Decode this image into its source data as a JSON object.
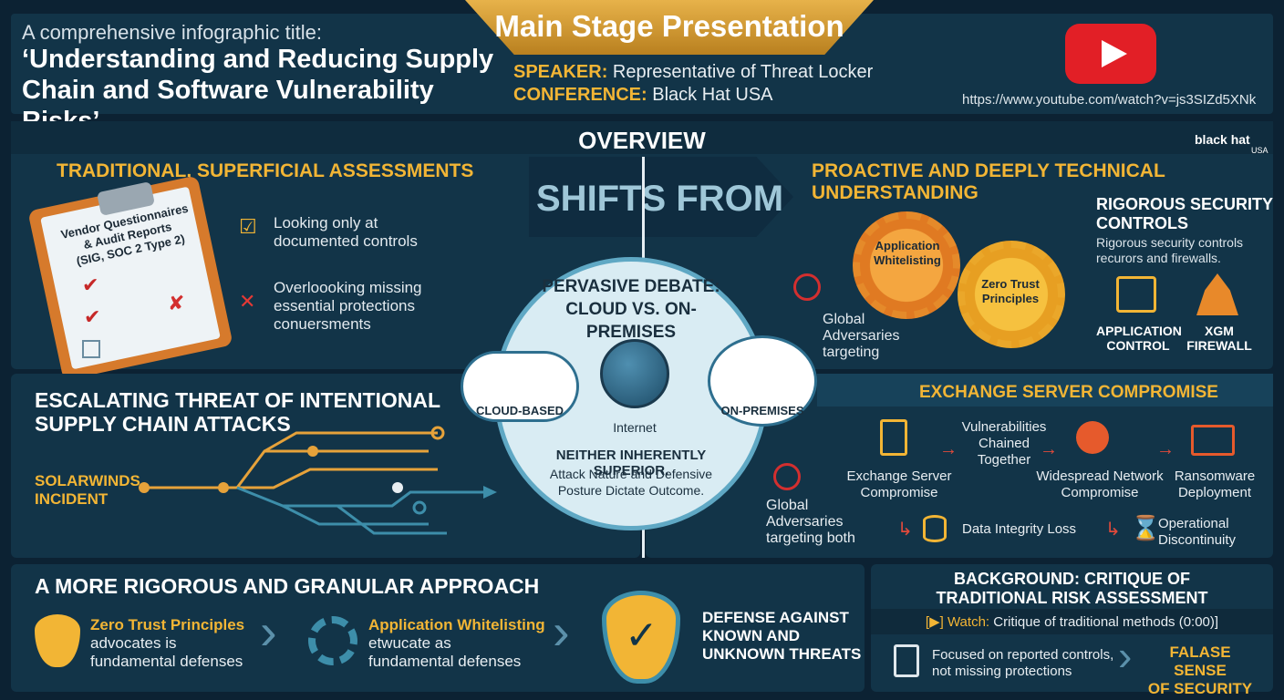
{
  "header": {
    "tab_title": "Main Stage Presentation",
    "subtitle": "A comprehensive infographic title:",
    "title_line1": "‘Understanding and Reducing Supply",
    "title_line2": "Chain and Software Vulnerability Risks’",
    "speaker_label": "SPEAKER:",
    "speaker_value": "Representative of Threat Locker",
    "conference_label": "CONFERENCE:",
    "conference_value": "Black Hat USA",
    "url": "https://www.youtube.com/watch?v=js3SIZd5XNk"
  },
  "overview": {
    "title": "OVERVIEW",
    "logo_text": "black hat",
    "logo_sub": "USA",
    "shifts": "SHIFTS FROM",
    "left": {
      "heading": "TRADITIONAL, SUPERFICIAL ASSESSMENTS",
      "clipboard_line1": "Vendor Questionnaires",
      "clipboard_line2": "& Audit Reports",
      "clipboard_line3": "(SIG, SOC 2 Type 2)",
      "item1_line1": "Looking only at",
      "item1_line2": "documented controls",
      "item2_line1": "Overloooking missing",
      "item2_line2": "essential protections",
      "item2_line3": "conuersments"
    },
    "right": {
      "heading": "PROACTIVE AND DEEPLY TECHNICAL UNDERSTANDING",
      "gear1_line1": "Application",
      "gear1_line2": "Whitelisting",
      "gear2_line1": "Zero Trust",
      "gear2_line2": "Principles",
      "controls_h1": "RIGOROUS SECURITY",
      "controls_h2": "CONTROLS",
      "controls_desc1": "Rigorous security controls",
      "controls_desc2": "recurors and firewalls.",
      "appctl_line1": "APPLICATION",
      "appctl_line2": "CONTROL",
      "xgm_line1": "XGM",
      "xgm_line2": "FIREWALL",
      "adv_line1": "Global",
      "adv_line2": "Adversaries",
      "adv_line3": "targeting"
    }
  },
  "center": {
    "debate_line1": "PERVASIVE DEBATE:",
    "debate_line2": "CLOUD VS. ON-PREMISES",
    "cloud": "CLOUD-BASED",
    "internet": "Internet",
    "onprem": "ON-PREMISES",
    "neither": "NEITHER INHERENTLY SUPERIOR.",
    "outcome_line1": "Attack Nature and Defensive",
    "outcome_line2": "Posture Dictate Outcome.",
    "adv2_line1": "Global",
    "adv2_line2": "Adversaries",
    "adv2_line3": "targeting both"
  },
  "threat": {
    "heading_line1": "ESCALATING THREAT OF INTENTIONAL",
    "heading_line2": "SUPPLY CHAIN ATTACKS",
    "solar_line1": "SOLARWINDS",
    "solar_line2": "INCIDENT"
  },
  "exchange": {
    "heading": "EXCHANGE SERVER COMPROMISE",
    "node1_line1": "Exchange Server",
    "node1_line2": "Compromise",
    "node2_line1": "Vulnerabilities",
    "node2_line2": "Chained",
    "node2_line3": "Together",
    "node3_line1": "Widespread Network",
    "node3_line2": "Compromise",
    "node4_line1": "Ransomware",
    "node4_line2": "Deployment",
    "node5": "Data Integrity Loss",
    "node6_line1": "Operational",
    "node6_line2": "Discontinuity"
  },
  "approach": {
    "heading": "A MORE RIGOROUS AND GRANULAR APPROACH",
    "item1_title": "Zero Trust Principles",
    "item1_line1": "advocates is",
    "item1_line2": "fundamental defenses",
    "item2_title": "Application Whitelisting",
    "item2_line1": "etwucate as",
    "item2_line2": "fundamental defenses",
    "defense_line1": "DEFENSE AGAINST",
    "defense_line2": "KNOWN AND",
    "defense_line3": "UNKNOWN THREATS"
  },
  "background": {
    "heading_line1": "BACKGROUND: CRITIQUE OF",
    "heading_line2": "TRADITIONAL RISK ASSESSMENT",
    "watch_label": "[▶] Watch:",
    "watch_value": "Critique of traditional methods (0:00)]",
    "focus_line1": "Focused on reported controls,",
    "focus_line2": "not missing protections",
    "false_line1": "FALASE SENSE",
    "false_line2": "OF SECURITY"
  }
}
